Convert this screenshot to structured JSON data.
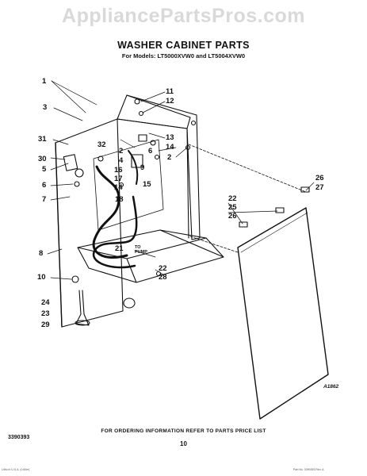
{
  "watermark": "AppliancePartsPros.com",
  "title": "WASHER CABINET PARTS",
  "subtitle": "For Models: LT5000XVW0 and LT5004XVW0",
  "diagram_id": "A1862",
  "ordering_note": "FOR ORDERING INFORMATION REFER TO PARTS PRICE LIST",
  "page_number": "10",
  "document_number": "3390393",
  "to_pump_label": "TO\nPUMP",
  "fine_print_left": "Litho in U.S.A. (0.60m)",
  "fine_print_right": "Part No. 3390393 Rev. A",
  "callouts": [
    {
      "label": "1"
    },
    {
      "label": "3"
    },
    {
      "label": "31"
    },
    {
      "label": "30"
    },
    {
      "label": "5"
    },
    {
      "label": "6"
    },
    {
      "label": "7"
    },
    {
      "label": "8"
    },
    {
      "label": "10"
    },
    {
      "label": "24"
    },
    {
      "label": "23"
    },
    {
      "label": "29"
    },
    {
      "label": "11"
    },
    {
      "label": "12"
    },
    {
      "label": "13"
    },
    {
      "label": "14"
    },
    {
      "label": "6"
    },
    {
      "label": "2"
    },
    {
      "label": "32"
    },
    {
      "label": "2"
    },
    {
      "label": "4"
    },
    {
      "label": "16"
    },
    {
      "label": "17"
    },
    {
      "label": "14"
    },
    {
      "label": "15"
    },
    {
      "label": "9"
    },
    {
      "label": "18"
    },
    {
      "label": "21"
    },
    {
      "label": "22"
    },
    {
      "label": "28"
    },
    {
      "label": "26"
    },
    {
      "label": "27"
    },
    {
      "label": "22"
    },
    {
      "label": "25"
    },
    {
      "label": "26"
    }
  ]
}
